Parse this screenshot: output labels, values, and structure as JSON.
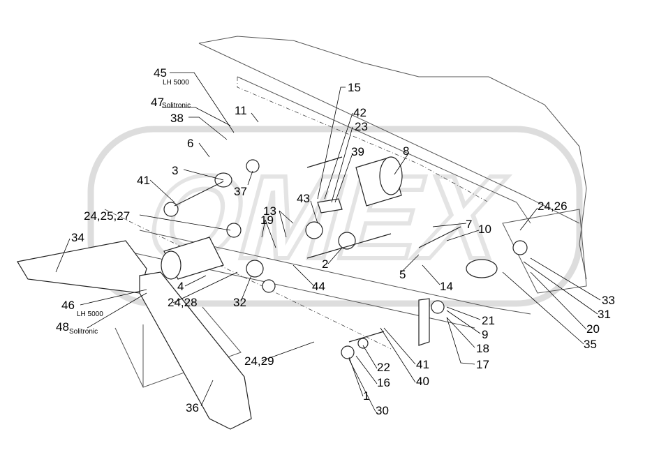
{
  "diagram": {
    "corner_mark": "",
    "watermark": "OMEX",
    "labels": {
      "l45": "45",
      "l45_sub": "LH 5000",
      "l47": "47",
      "l47_sub": "Solitronic",
      "l38": "38",
      "l11": "11",
      "l15": "15",
      "l42": "42",
      "l23": "23",
      "l39": "39",
      "l8": "8",
      "l6": "6",
      "l3": "3",
      "l41a": "41",
      "l37": "37",
      "l43": "43",
      "l13": "13",
      "l19": "19",
      "l242527": "24,25,27",
      "l34": "34",
      "l7": "7",
      "l10": "10",
      "l2426": "24,26",
      "l5": "5",
      "l14": "14",
      "l2": "2",
      "l4": "4",
      "l44": "44",
      "l2428": "24,28",
      "l32": "32",
      "l46": "46",
      "l46_sub": "LH 5000",
      "l48": "48",
      "l48_sub": "Solitronic",
      "l33": "33",
      "l31": "31",
      "l21": "21",
      "l9": "9",
      "l20": "20",
      "l18": "18",
      "l35": "35",
      "l17": "17",
      "l41b": "41",
      "l2429": "24,29",
      "l22": "22",
      "l40": "40",
      "l16": "16",
      "l1": "1",
      "l30": "30",
      "l36": "36"
    }
  }
}
